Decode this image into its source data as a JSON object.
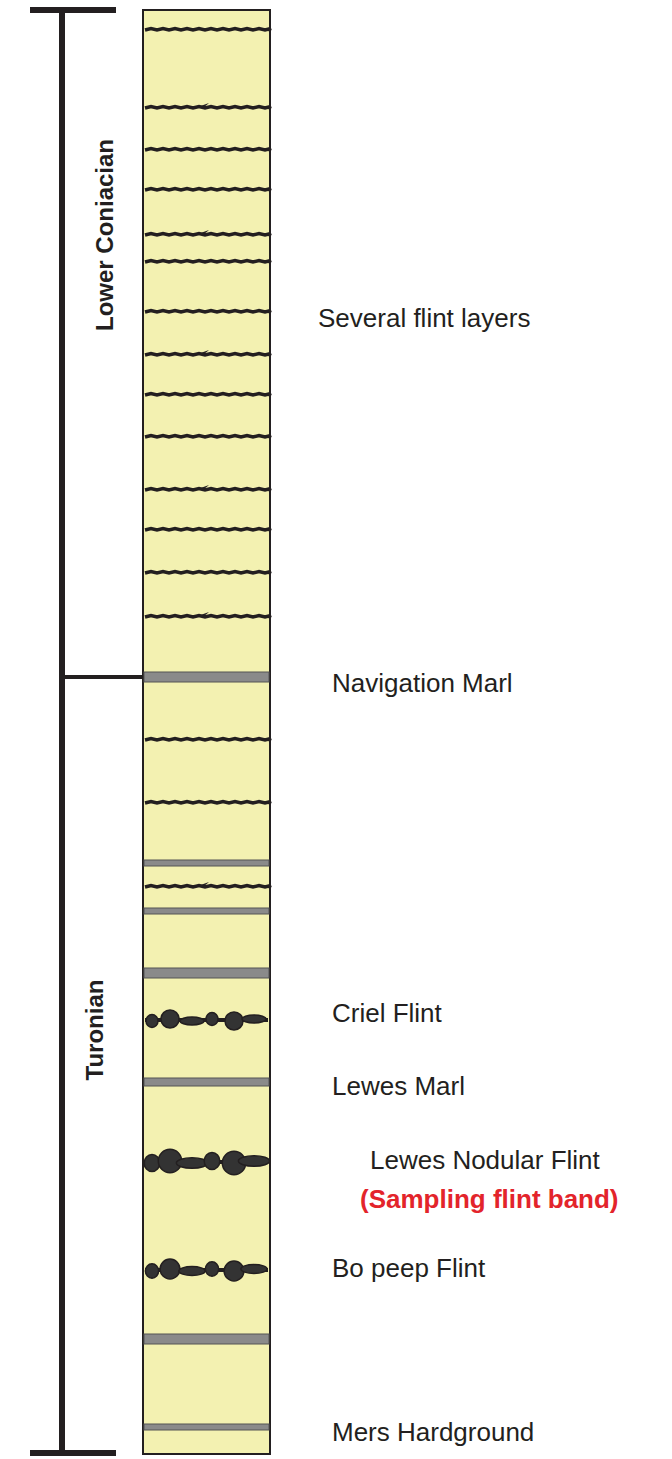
{
  "diagram": {
    "labels": [
      "Lower Coniacian",
      "Turonian",
      "Several flint layers",
      "Navigation Marl",
      "Criel Flint",
      "Lewes Marl",
      "Lewes Nodular Flint",
      "(Sampling flint band)",
      "Bo peep Flint",
      "Mers Hardground"
    ]
  }
}
